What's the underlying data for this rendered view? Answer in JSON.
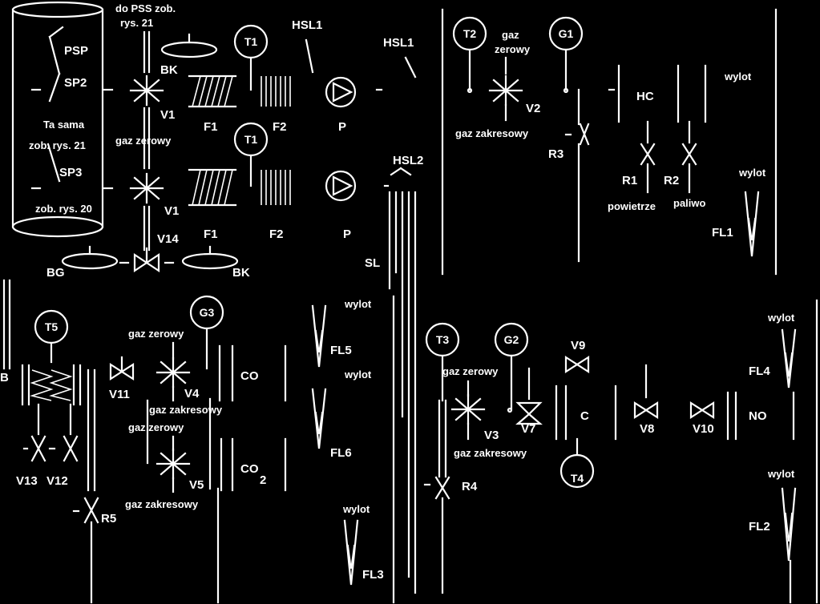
{
  "labels": {
    "psp": "PSP",
    "sp2": "SP2",
    "sp3": "SP3",
    "ta_sama": "Ta sama",
    "zob_rys_21": "zob. rys. 21",
    "zob_rys_20": "zob. rys. 20",
    "do_pss": "do PSS zob.",
    "rys_21": "rys. 21",
    "bk1": "BK",
    "bk2": "BK",
    "bg": "BG",
    "v1a": "V1",
    "v1b": "V1",
    "v14": "V14",
    "gaz_zerowy_1": "gaz zerowy",
    "f1a": "F1",
    "f2a": "F2",
    "f1b": "F1",
    "f2b": "F2",
    "pa": "P",
    "pb": "P",
    "t1a": "T1",
    "t1b": "T1",
    "t2": "T2",
    "g1": "G1",
    "hsl1a": "HSL1",
    "hsl1b": "HSL1",
    "hsl2": "HSL2",
    "sl": "SL",
    "gaz": "gaz",
    "zerowy": "zerowy",
    "v2": "V2",
    "gaz_zakresowy_2": "gaz zakresowy",
    "r3": "R3",
    "hc": "HC",
    "wylot_hc": "wylot",
    "r1": "R1",
    "r2": "R2",
    "powietrze": "powietrze",
    "paliwo": "paliwo",
    "wylot_fl1": "wylot",
    "fl1": "FL1",
    "t5": "T5",
    "b": "B",
    "v13": "V13",
    "v12": "V12",
    "g3": "G3",
    "gaz_zerowy_4": "gaz zerowy",
    "v11": "V11",
    "v4": "V4",
    "gaz_zakresowy_4": "gaz zakresowy",
    "co": "CO",
    "gaz_zerowy_5": "gaz zerowy",
    "v5": "V5",
    "co2": "CO",
    "co2_sub": "2",
    "gaz_zakresowy_5": "gaz zakresowy",
    "r5": "R5",
    "wylot_fl5": "wylot",
    "fl5": "FL5",
    "wylot_fl6": "wylot",
    "fl6": "FL6",
    "wylot_fl3": "wylot",
    "fl3": "FL3",
    "t3": "T3",
    "g2": "G2",
    "gaz_zerowy_3": "gaz zerowy",
    "v3": "V3",
    "gaz_zakresowy_3": "gaz zakresowy",
    "r4": "R4",
    "v7": "V7",
    "v9": "V9",
    "c": "C",
    "t4": "T4",
    "v8": "V8",
    "v10": "V10",
    "no": "NO",
    "wylot_fl4": "wylot",
    "fl4": "FL4",
    "wylot_fl2": "wylot",
    "fl2": "FL2"
  }
}
